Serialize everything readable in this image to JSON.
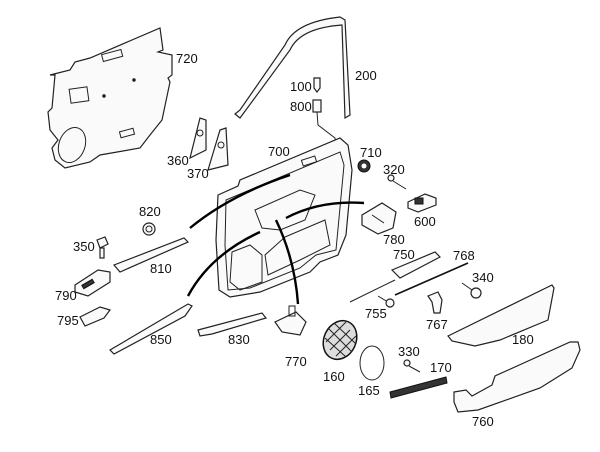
{
  "diagram": {
    "title": "Front door trim panel exploded view",
    "labels": {
      "p720": "720",
      "p200": "200",
      "p100": "100",
      "p800": "800",
      "p710": "710",
      "p360": "360",
      "p370": "370",
      "p700": "700",
      "p320": "320",
      "p600": "600",
      "p820": "820",
      "p780": "780",
      "p350": "350",
      "p750": "750",
      "p768": "768",
      "p810": "810",
      "p340": "340",
      "p790": "790",
      "p755": "755",
      "p767": "767",
      "p795": "795",
      "p850": "850",
      "p830": "830",
      "p180": "180",
      "p770": "770",
      "p160": "160",
      "p330": "330",
      "p170": "170",
      "p165": "165",
      "p760": "760"
    },
    "colors": {
      "line": "#222222",
      "background": "#ffffff"
    }
  }
}
